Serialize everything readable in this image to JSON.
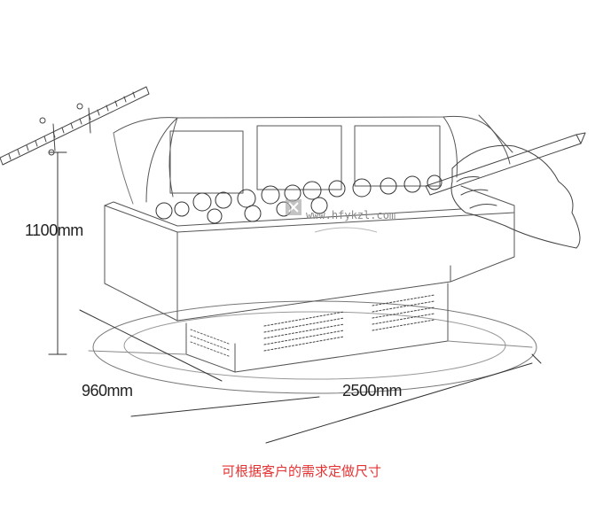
{
  "dimensions": {
    "height": "1100mm",
    "depth": "960mm",
    "width": "2500mm"
  },
  "watermark": {
    "url": "www.hfykzl.com"
  },
  "caption": "可根据客户的需求定做尺寸",
  "colors": {
    "caption": "#e53333",
    "line": "#555555"
  }
}
